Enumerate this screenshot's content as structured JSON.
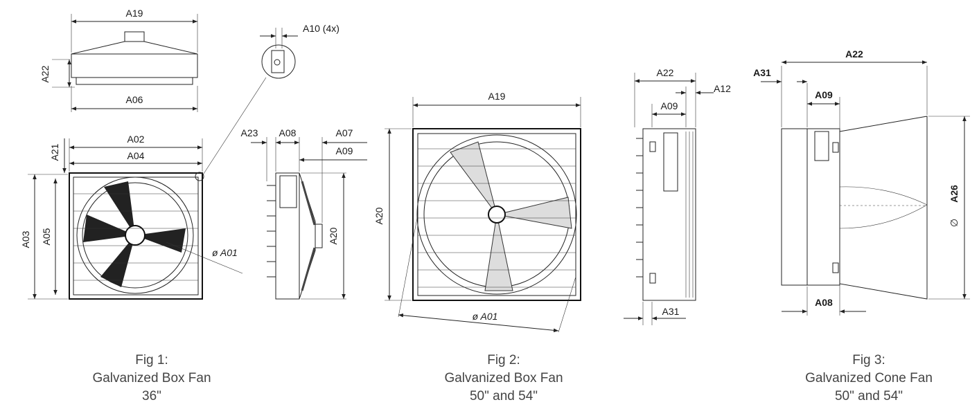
{
  "figures": [
    {
      "caption": [
        "Fig 1:",
        "Galvanized Box Fan",
        "36\""
      ],
      "labels": {
        "top_width": "A19",
        "top_height": "A22",
        "top_base": "A06",
        "detail": "A10 (4x)",
        "outer_width": "A02",
        "inner_width": "A04",
        "top_offset": "A21",
        "outer_height": "A03",
        "inner_height": "A05",
        "diameter": "ø A01",
        "side_a23": "A23",
        "side_a08": "A08",
        "side_a07": "A07",
        "side_a09": "A09",
        "side_height": "A20"
      }
    },
    {
      "caption": [
        "Fig 2:",
        "Galvanized Box Fan",
        "50\" and 54\""
      ],
      "labels": {
        "width": "A19",
        "height": "A20",
        "diameter": "ø A01",
        "side_depth": "A22",
        "side_a12": "A12",
        "side_a09": "A09",
        "side_a31": "A31"
      }
    },
    {
      "caption": [
        "Fig 3:",
        "Galvanized Cone Fan",
        "50\" and 54\""
      ],
      "labels": {
        "depth": "A22",
        "a31": "A31",
        "a09": "A09",
        "a08": "A08",
        "diameter": "A26",
        "diameter_symbol": "∅"
      }
    }
  ]
}
